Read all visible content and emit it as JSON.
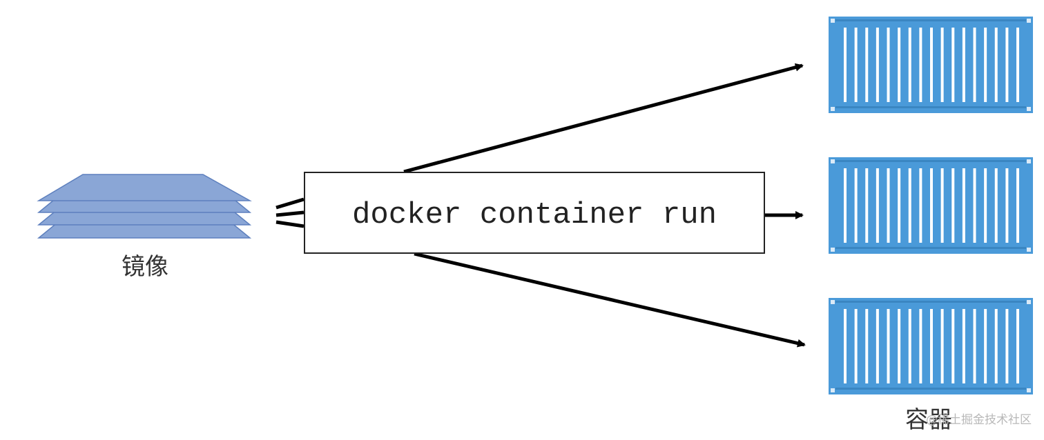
{
  "command": "docker container run",
  "image_label": "镜像",
  "container_label": "容器",
  "watermark": "@稀土掘金技术社区",
  "colors": {
    "image_layer": "#8aa6d6",
    "image_layer_stroke": "#5d7fbd",
    "container": "#4a9ad9",
    "container_rib": "#ffffff",
    "arrow": "#000000"
  },
  "icons": {
    "image": "layered-image-stack-icon",
    "container": "shipping-container-icon"
  },
  "container_count": 3
}
